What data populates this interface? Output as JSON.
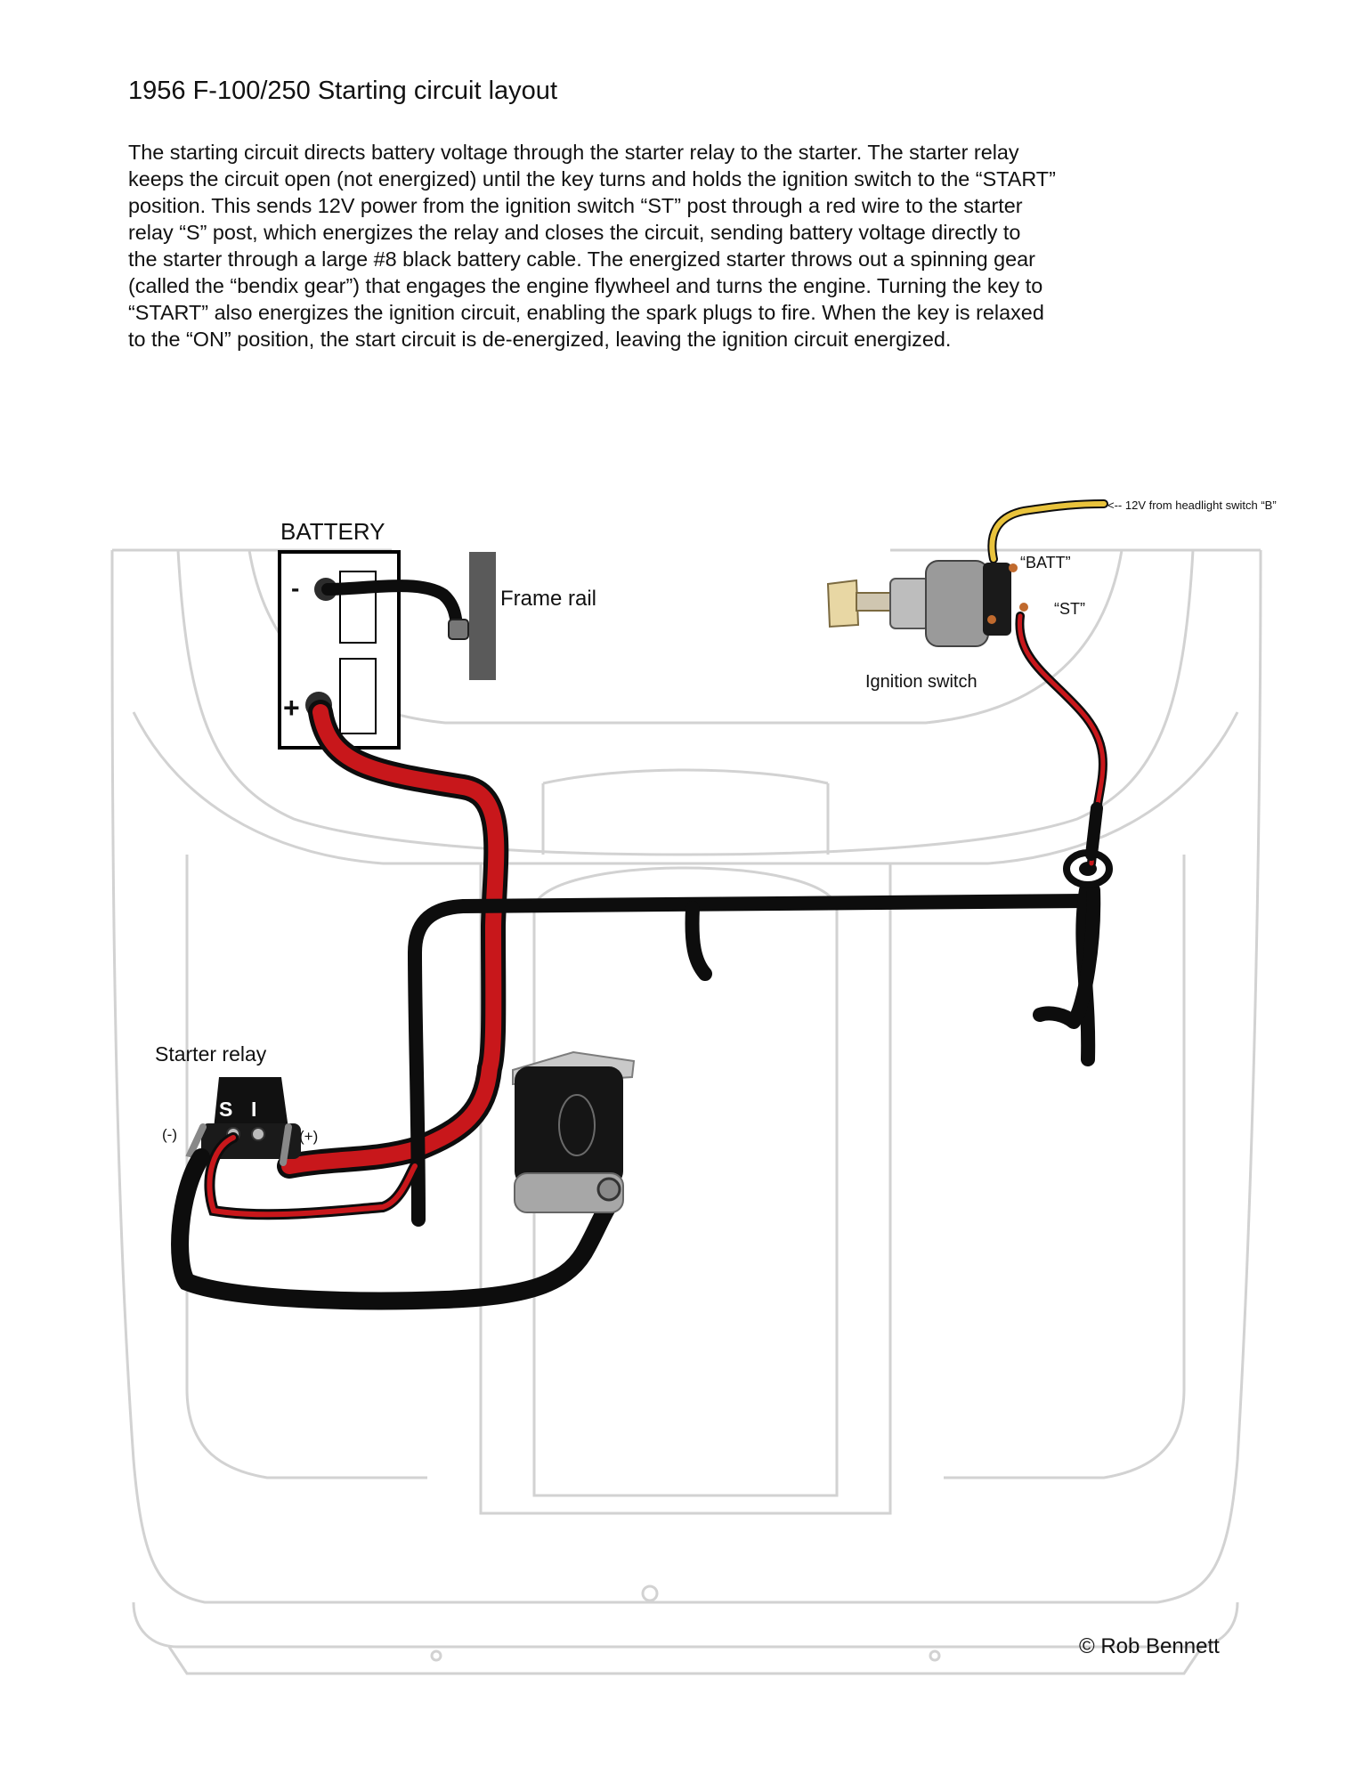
{
  "title": "1956 F-100/250 Starting circuit layout",
  "description_lines": [
    "The starting circuit directs battery voltage through the starter relay to the starter.  The starter relay",
    "keeps the circuit open (not energized) until the key turns and holds the ignition switch to the “START”",
    "position.  This sends 12V power from the ignition switch “ST” post through a red wire to the starter",
    "relay “S” post, which energizes the relay and closes the circuit, sending battery voltage directly to",
    "the starter through a large #8 black battery cable.  The energized starter throws out a spinning gear",
    "(called the “bendix gear”) that engages the engine flywheel and turns the engine.  Turning the key to",
    "“START” also energizes the ignition circuit, enabling the spark plugs to fire.  When the key is relaxed",
    "to the “ON” position, the start circuit is de-energized, leaving the ignition circuit energized."
  ],
  "labels": {
    "battery": "BATTERY",
    "battery_negative": "-",
    "battery_positive": "+",
    "frame_rail": "Frame rail",
    "headlight_feed": "<-- 12V from headlight switch “B”",
    "batt_post": "“BATT”",
    "st_post": "“ST”",
    "ignition_switch": "Ignition switch",
    "starter_relay": "Starter relay",
    "relay_s": "S",
    "relay_i": "I",
    "relay_negative": "(-)",
    "relay_positive": "(+)"
  },
  "copyright": "© Rob Bennett",
  "colors": {
    "wire_black": "#0d0d0d",
    "wire_red": "#c8171b",
    "wire_yellow": "#e9c33c",
    "truck_outline": "#d2d2d2",
    "frame_rail": "#5a5a5a"
  }
}
